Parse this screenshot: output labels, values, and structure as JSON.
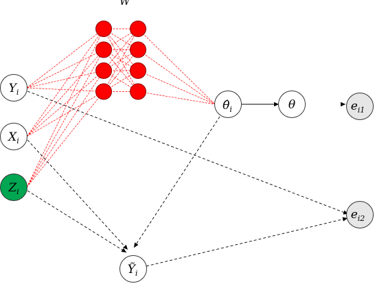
{
  "title": "W",
  "colors": {
    "hidden_unit": "#ff0000",
    "hidden_stroke": "#8b0000",
    "red_edge": "#ff0000",
    "green_node": "#00a651",
    "grey_node": "#e6e6e6",
    "white_node": "#ffffff",
    "stroke": "#333333"
  },
  "nodes": {
    "Y_i": {
      "base": "Y",
      "sub": "i"
    },
    "X_i": {
      "base": "X",
      "sub": "i"
    },
    "Z_i": {
      "base": "Z",
      "sub": "i"
    },
    "theta_hat_i": {
      "base": "θ̂",
      "sub": "i"
    },
    "theta": {
      "base": "θ",
      "sub": ""
    },
    "e_i1": {
      "base": "e",
      "sub": "i1"
    },
    "e_i2": {
      "base": "e",
      "sub": "i2"
    },
    "Y_tilde_i": {
      "base": "Ỹ",
      "sub": "i"
    }
  },
  "network": {
    "layers": 2,
    "units_per_layer": 4
  }
}
